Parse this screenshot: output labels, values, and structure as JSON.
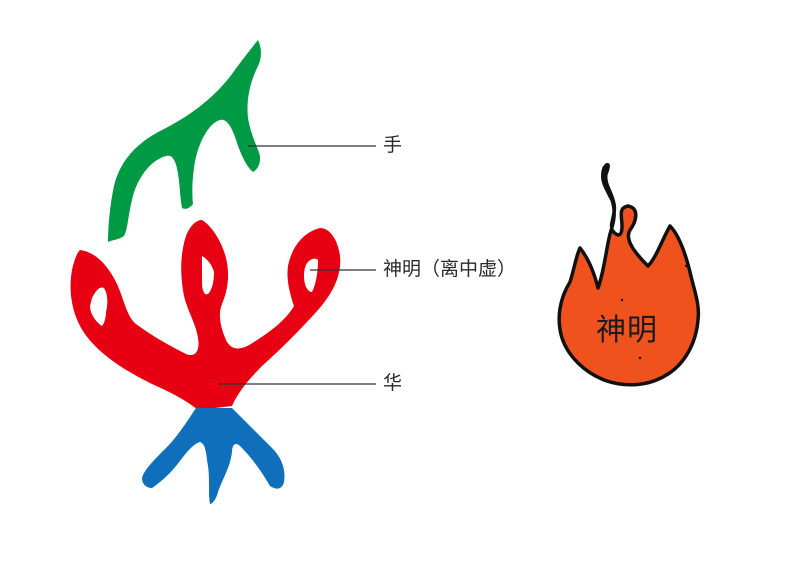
{
  "labels": {
    "hand": "手",
    "spirit": "神明（离中虚）",
    "flower": "华"
  },
  "flame": {
    "text": "神明"
  },
  "colors": {
    "hand": "#009a44",
    "spirit": "#e60012",
    "root": "#0f6fba",
    "flame_fill": "#f0521e",
    "flame_outline": "#111111",
    "leader_line": "#333333"
  }
}
